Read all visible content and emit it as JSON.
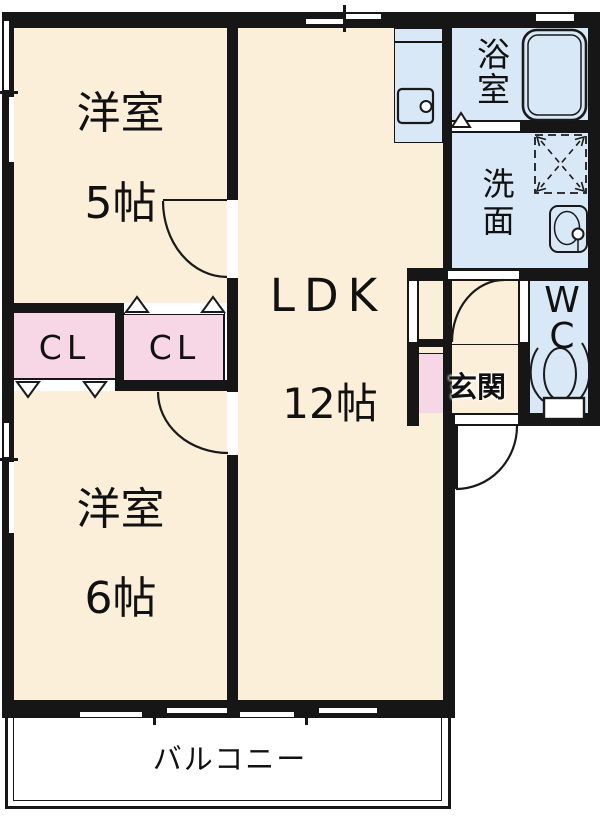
{
  "floorplan": {
    "type": "apartment-floor-plan",
    "colors": {
      "wall": "#161616",
      "room_cream": "#FCEFDA",
      "closet_pink": "#F7D7E5",
      "wet_area_blue": "#D9E8F7",
      "balcony_white": "#FFFFFF"
    },
    "rooms": {
      "bedroom_top": {
        "label": "洋室",
        "size": "5帖"
      },
      "bedroom_bottom": {
        "label": "洋室",
        "size": "6帖"
      },
      "ldk": {
        "label": "LDK",
        "size": "12帖"
      },
      "closet_left": {
        "label": "CL"
      },
      "closet_right": {
        "label": "CL"
      },
      "bathroom": {
        "char1": "浴",
        "char2": "室"
      },
      "washroom": {
        "char1": "洗",
        "char2": "面"
      },
      "wc": {
        "char1": "W",
        "char2": "C"
      },
      "entrance": {
        "label": "玄関"
      },
      "balcony": {
        "label": "バルコニー"
      }
    },
    "fixtures": {
      "bathtub": "bathtub-icon",
      "kitchen_sink": "kitchen-sink-icon",
      "washing_machine_space": "washing-machine-pan-icon",
      "washbasin": "washbasin-icon",
      "toilet": "toilet-icon"
    }
  }
}
